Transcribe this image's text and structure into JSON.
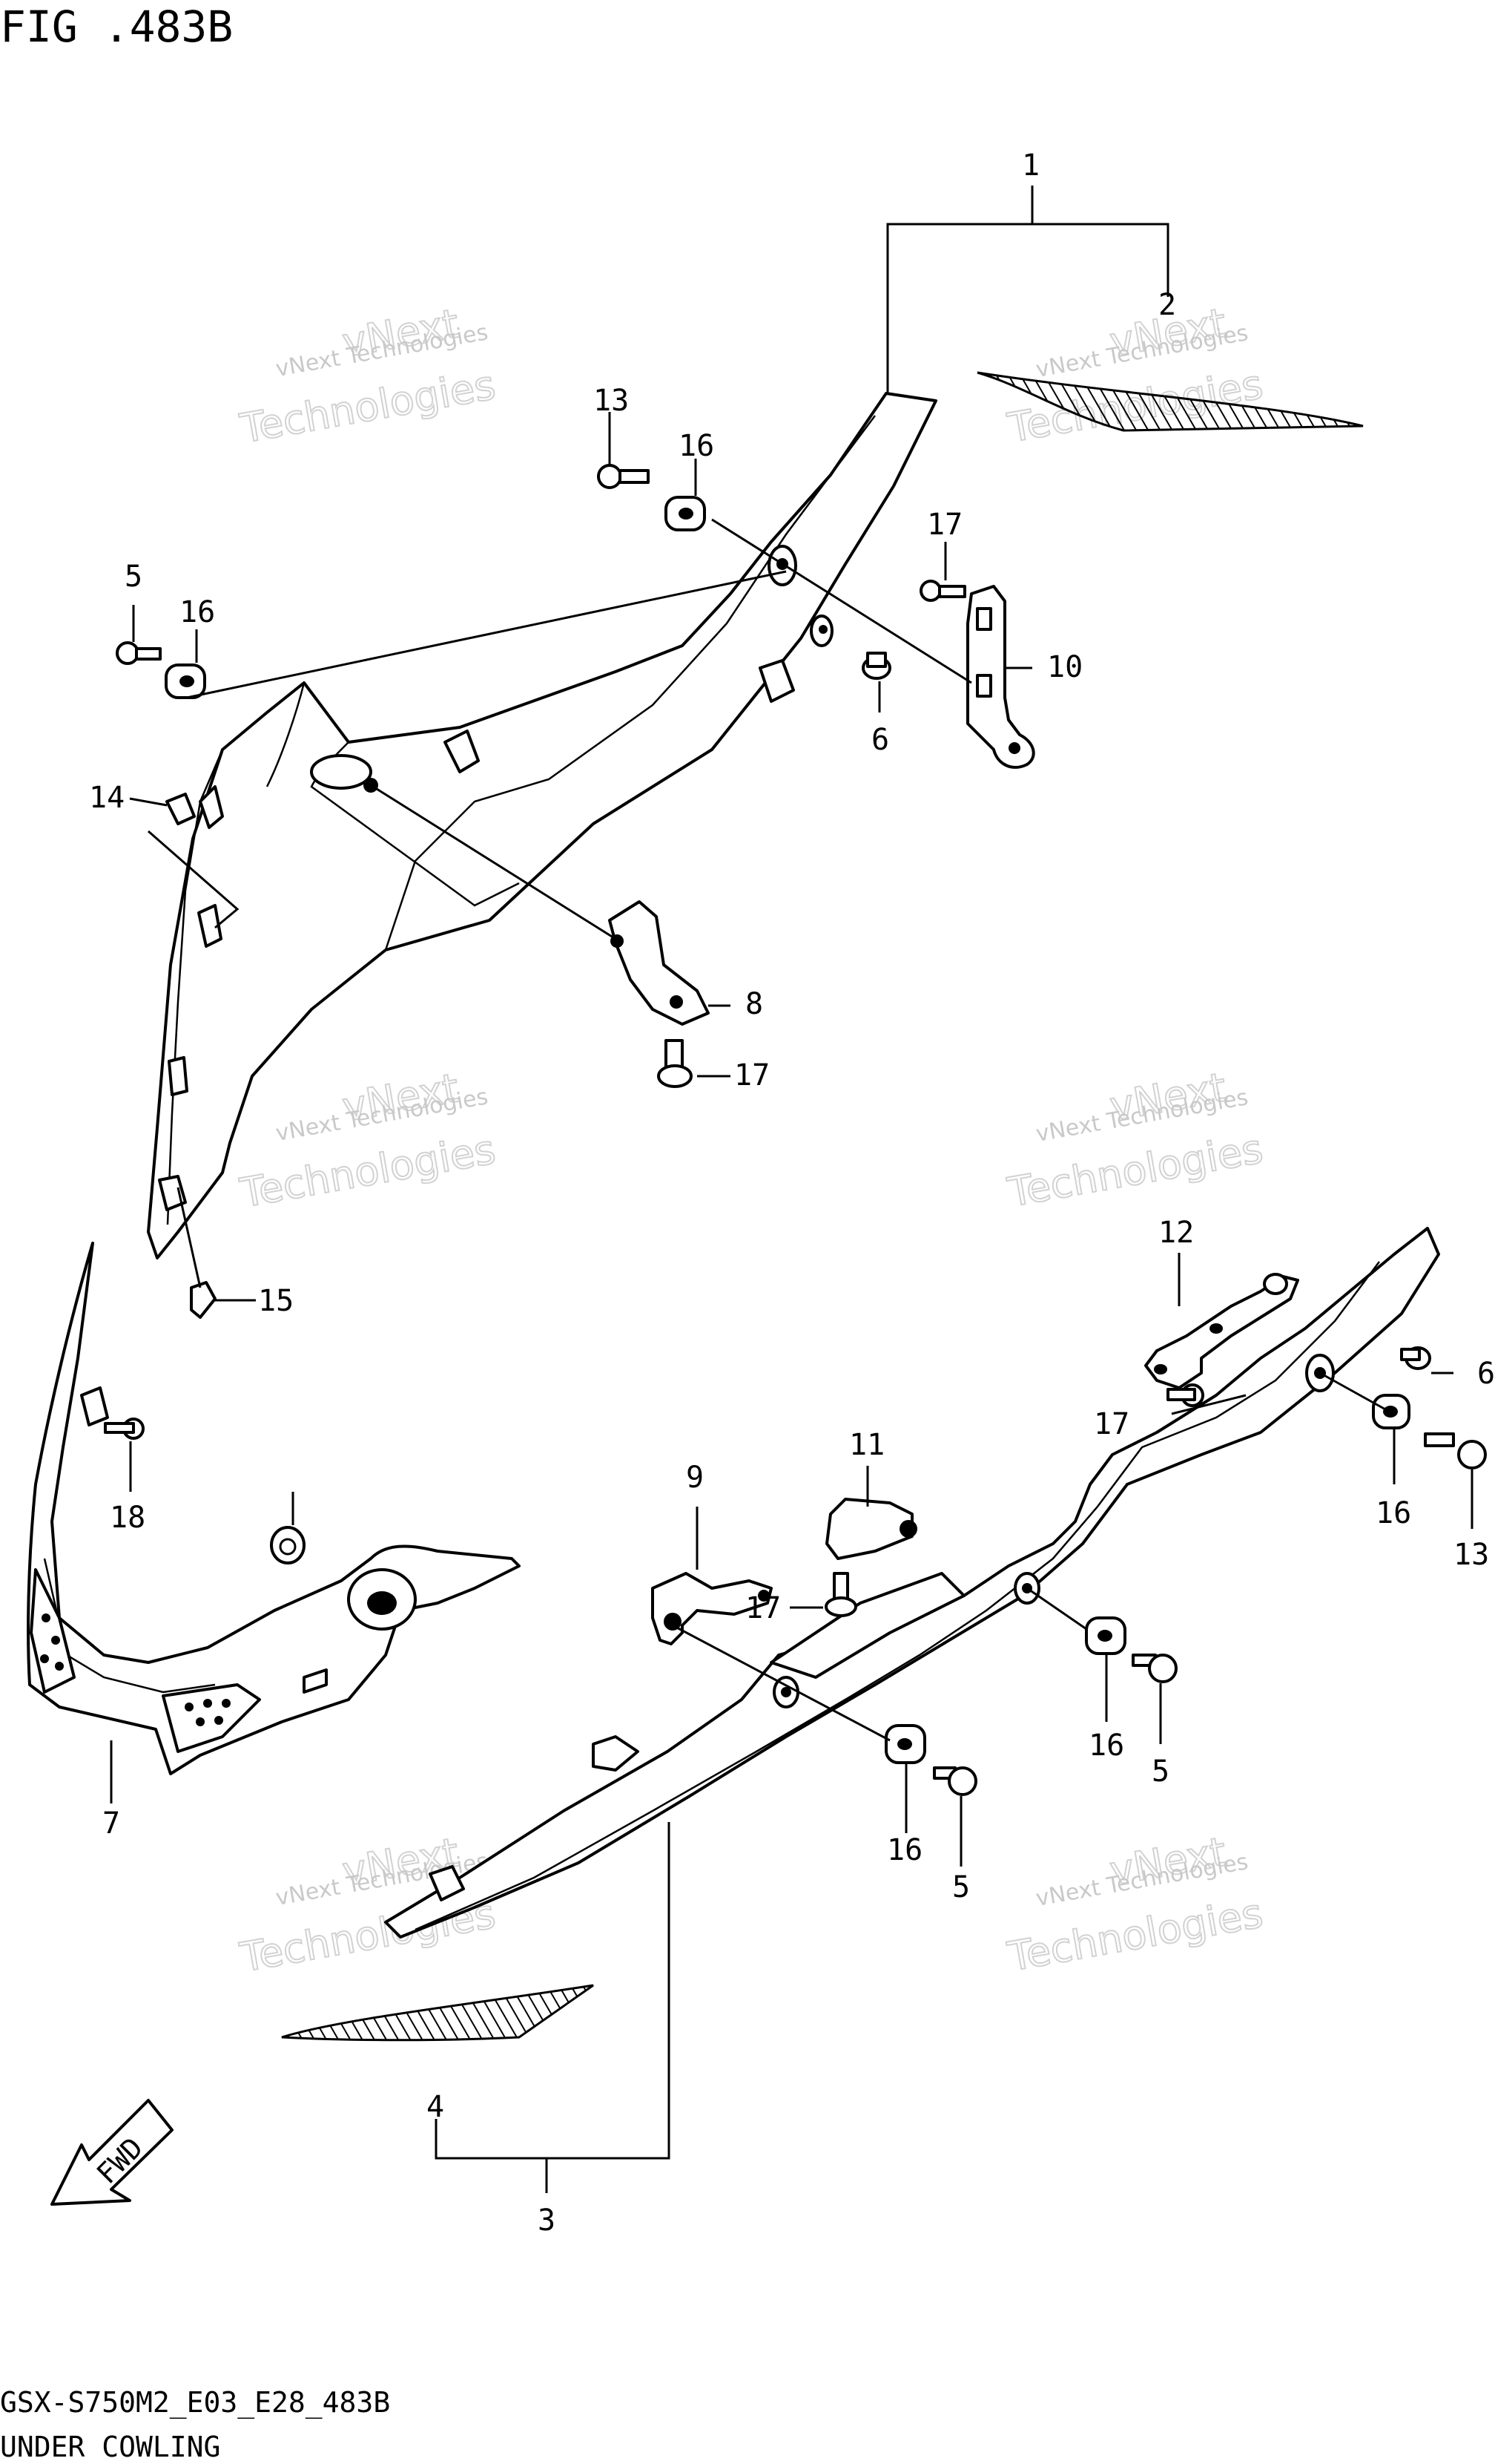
{
  "figure": {
    "title": "FIG .483B",
    "code": "GSX-S750M2_E03_E28_483B",
    "name": "UNDER COWLING"
  },
  "watermark": {
    "line1": "vNext Technologies",
    "line2": "vNext",
    "line3": "Technologies"
  },
  "direction_badge": "FWD",
  "callouts": [
    "1",
    "2",
    "13",
    "16",
    "17",
    "10",
    "5",
    "16",
    "6",
    "14",
    "8",
    "17",
    "15",
    "12",
    "6",
    "17",
    "11",
    "9",
    "16",
    "13",
    "17",
    "18",
    "16",
    "5",
    "16",
    "5",
    "7",
    "4",
    "3"
  ]
}
